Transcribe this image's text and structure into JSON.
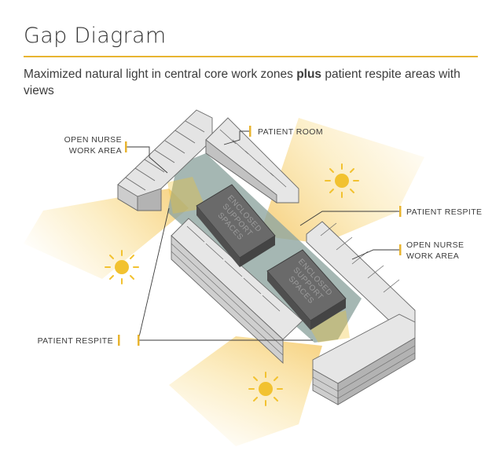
{
  "header": {
    "title": "Gap Diagram",
    "subtitle_prefix": "Maximized natural light in central core work zones ",
    "subtitle_bold": "plus",
    "subtitle_suffix": " patient respite areas with views"
  },
  "labels": {
    "open_nurse_work_area_left_1": "OPEN NURSE",
    "open_nurse_work_area_left_2": "WORK AREA",
    "patient_room": "PATIENT ROOM",
    "patient_respite_right": "PATIENT RESPITE",
    "open_nurse_work_area_right_1": "OPEN NURSE",
    "open_nurse_work_area_right_2": "WORK AREA",
    "patient_respite_left": "PATIENT RESPITE"
  },
  "core_blocks": [
    {
      "line1": "ENCLOSED",
      "line2": "SUPPORT",
      "line3": "SPACES"
    },
    {
      "line1": "ENCLOSED",
      "line2": "SUPPORT",
      "line3": "SPACES"
    }
  ],
  "colors": {
    "accent": "#e8b430",
    "sun": "#f2c230",
    "core_floor": "#8fa5a0",
    "block": "#5e5e5e",
    "room_top": "#ececec",
    "room_side": "#b3b3b3",
    "room_front": "#cdcdcd"
  }
}
